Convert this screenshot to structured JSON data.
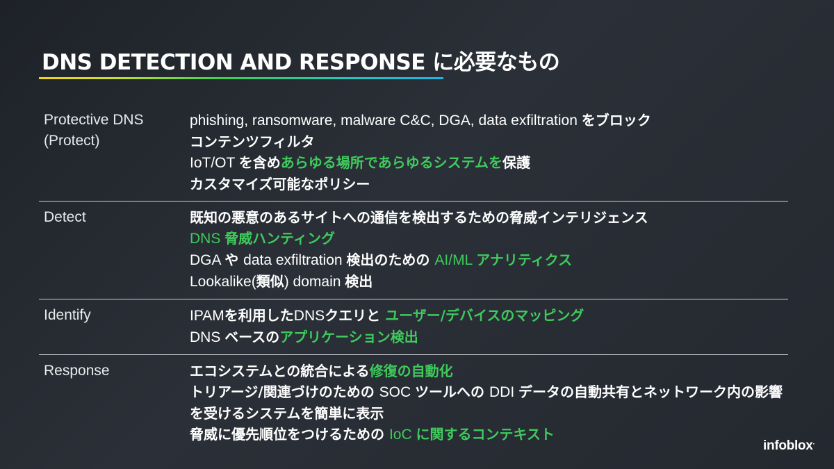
{
  "title": "DNS DETECTION AND RESPONSE に必要なもの",
  "rows": [
    {
      "label": "Protective DNS (Protect)",
      "items": [
        [
          {
            "t": "phishing, ransomware, malware C&C, DGA, data exfiltration ",
            "s": "reg"
          },
          {
            "t": "をブロック",
            "s": "b"
          }
        ],
        [
          {
            "t": "コンテンツフィルタ",
            "s": "b"
          }
        ],
        [
          {
            "t": "IoT/OT ",
            "s": "reg"
          },
          {
            "t": "を含め",
            "s": "b"
          },
          {
            "t": "あらゆる場所であらゆるシステムを",
            "s": "g"
          },
          {
            "t": "保護",
            "s": "b"
          }
        ],
        [
          {
            "t": "カスタマイズ可能なポリシー",
            "s": "b"
          }
        ]
      ]
    },
    {
      "label": "Detect",
      "items": [
        [
          {
            "t": "既知の悪意のあるサイトへの通信を検出するための脅威インテリジェンス",
            "s": "b"
          }
        ],
        [
          {
            "t": "DNS ",
            "s": "g-reg"
          },
          {
            "t": "脅威ハンティング",
            "s": "g"
          }
        ],
        [
          {
            "t": "DGA ",
            "s": "reg"
          },
          {
            "t": "や ",
            "s": "b"
          },
          {
            "t": "data exfiltration ",
            "s": "reg"
          },
          {
            "t": "検出のための ",
            "s": "b"
          },
          {
            "t": "AI/ML ",
            "s": "g-reg"
          },
          {
            "t": "アナリティクス",
            "s": "g"
          }
        ],
        [
          {
            "t": "Lookalike(",
            "s": "reg"
          },
          {
            "t": "類似",
            "s": "b"
          },
          {
            "t": ") domain ",
            "s": "reg"
          },
          {
            "t": "検出",
            "s": "b"
          }
        ]
      ]
    },
    {
      "label": "Identify",
      "items": [
        [
          {
            "t": "IPAM",
            "s": "reg"
          },
          {
            "t": "を利用した",
            "s": "b"
          },
          {
            "t": "DNS",
            "s": "reg"
          },
          {
            "t": "クエリと ",
            "s": "b"
          },
          {
            "t": "ユーザー/デバイスのマッピング",
            "s": "g"
          }
        ],
        [
          {
            "t": "DNS ",
            "s": "reg"
          },
          {
            "t": "ベースの",
            "s": "b"
          },
          {
            "t": "アプリケーション検出",
            "s": "g"
          }
        ]
      ]
    },
    {
      "label": "Response",
      "items": [
        [
          {
            "t": "エコシステムとの統合による",
            "s": "b"
          },
          {
            "t": "修復の自動化",
            "s": "g"
          }
        ],
        [
          {
            "t": "トリアージ/関連づけのための ",
            "s": "b"
          },
          {
            "t": "SOC ",
            "s": "reg"
          },
          {
            "t": "ツールへの ",
            "s": "b"
          },
          {
            "t": "DDI ",
            "s": "reg"
          },
          {
            "t": "データの自動共有とネットワーク内の影響を受けるシステムを簡単に表示",
            "s": "b"
          }
        ],
        [
          {
            "t": "脅威に優先順位をつけるための ",
            "s": "b"
          },
          {
            "t": "IoC ",
            "s": "g-reg"
          },
          {
            "t": "に関するコンテキスト",
            "s": "g"
          }
        ]
      ]
    }
  ],
  "logo": "infoblox",
  "logo_mark": "."
}
